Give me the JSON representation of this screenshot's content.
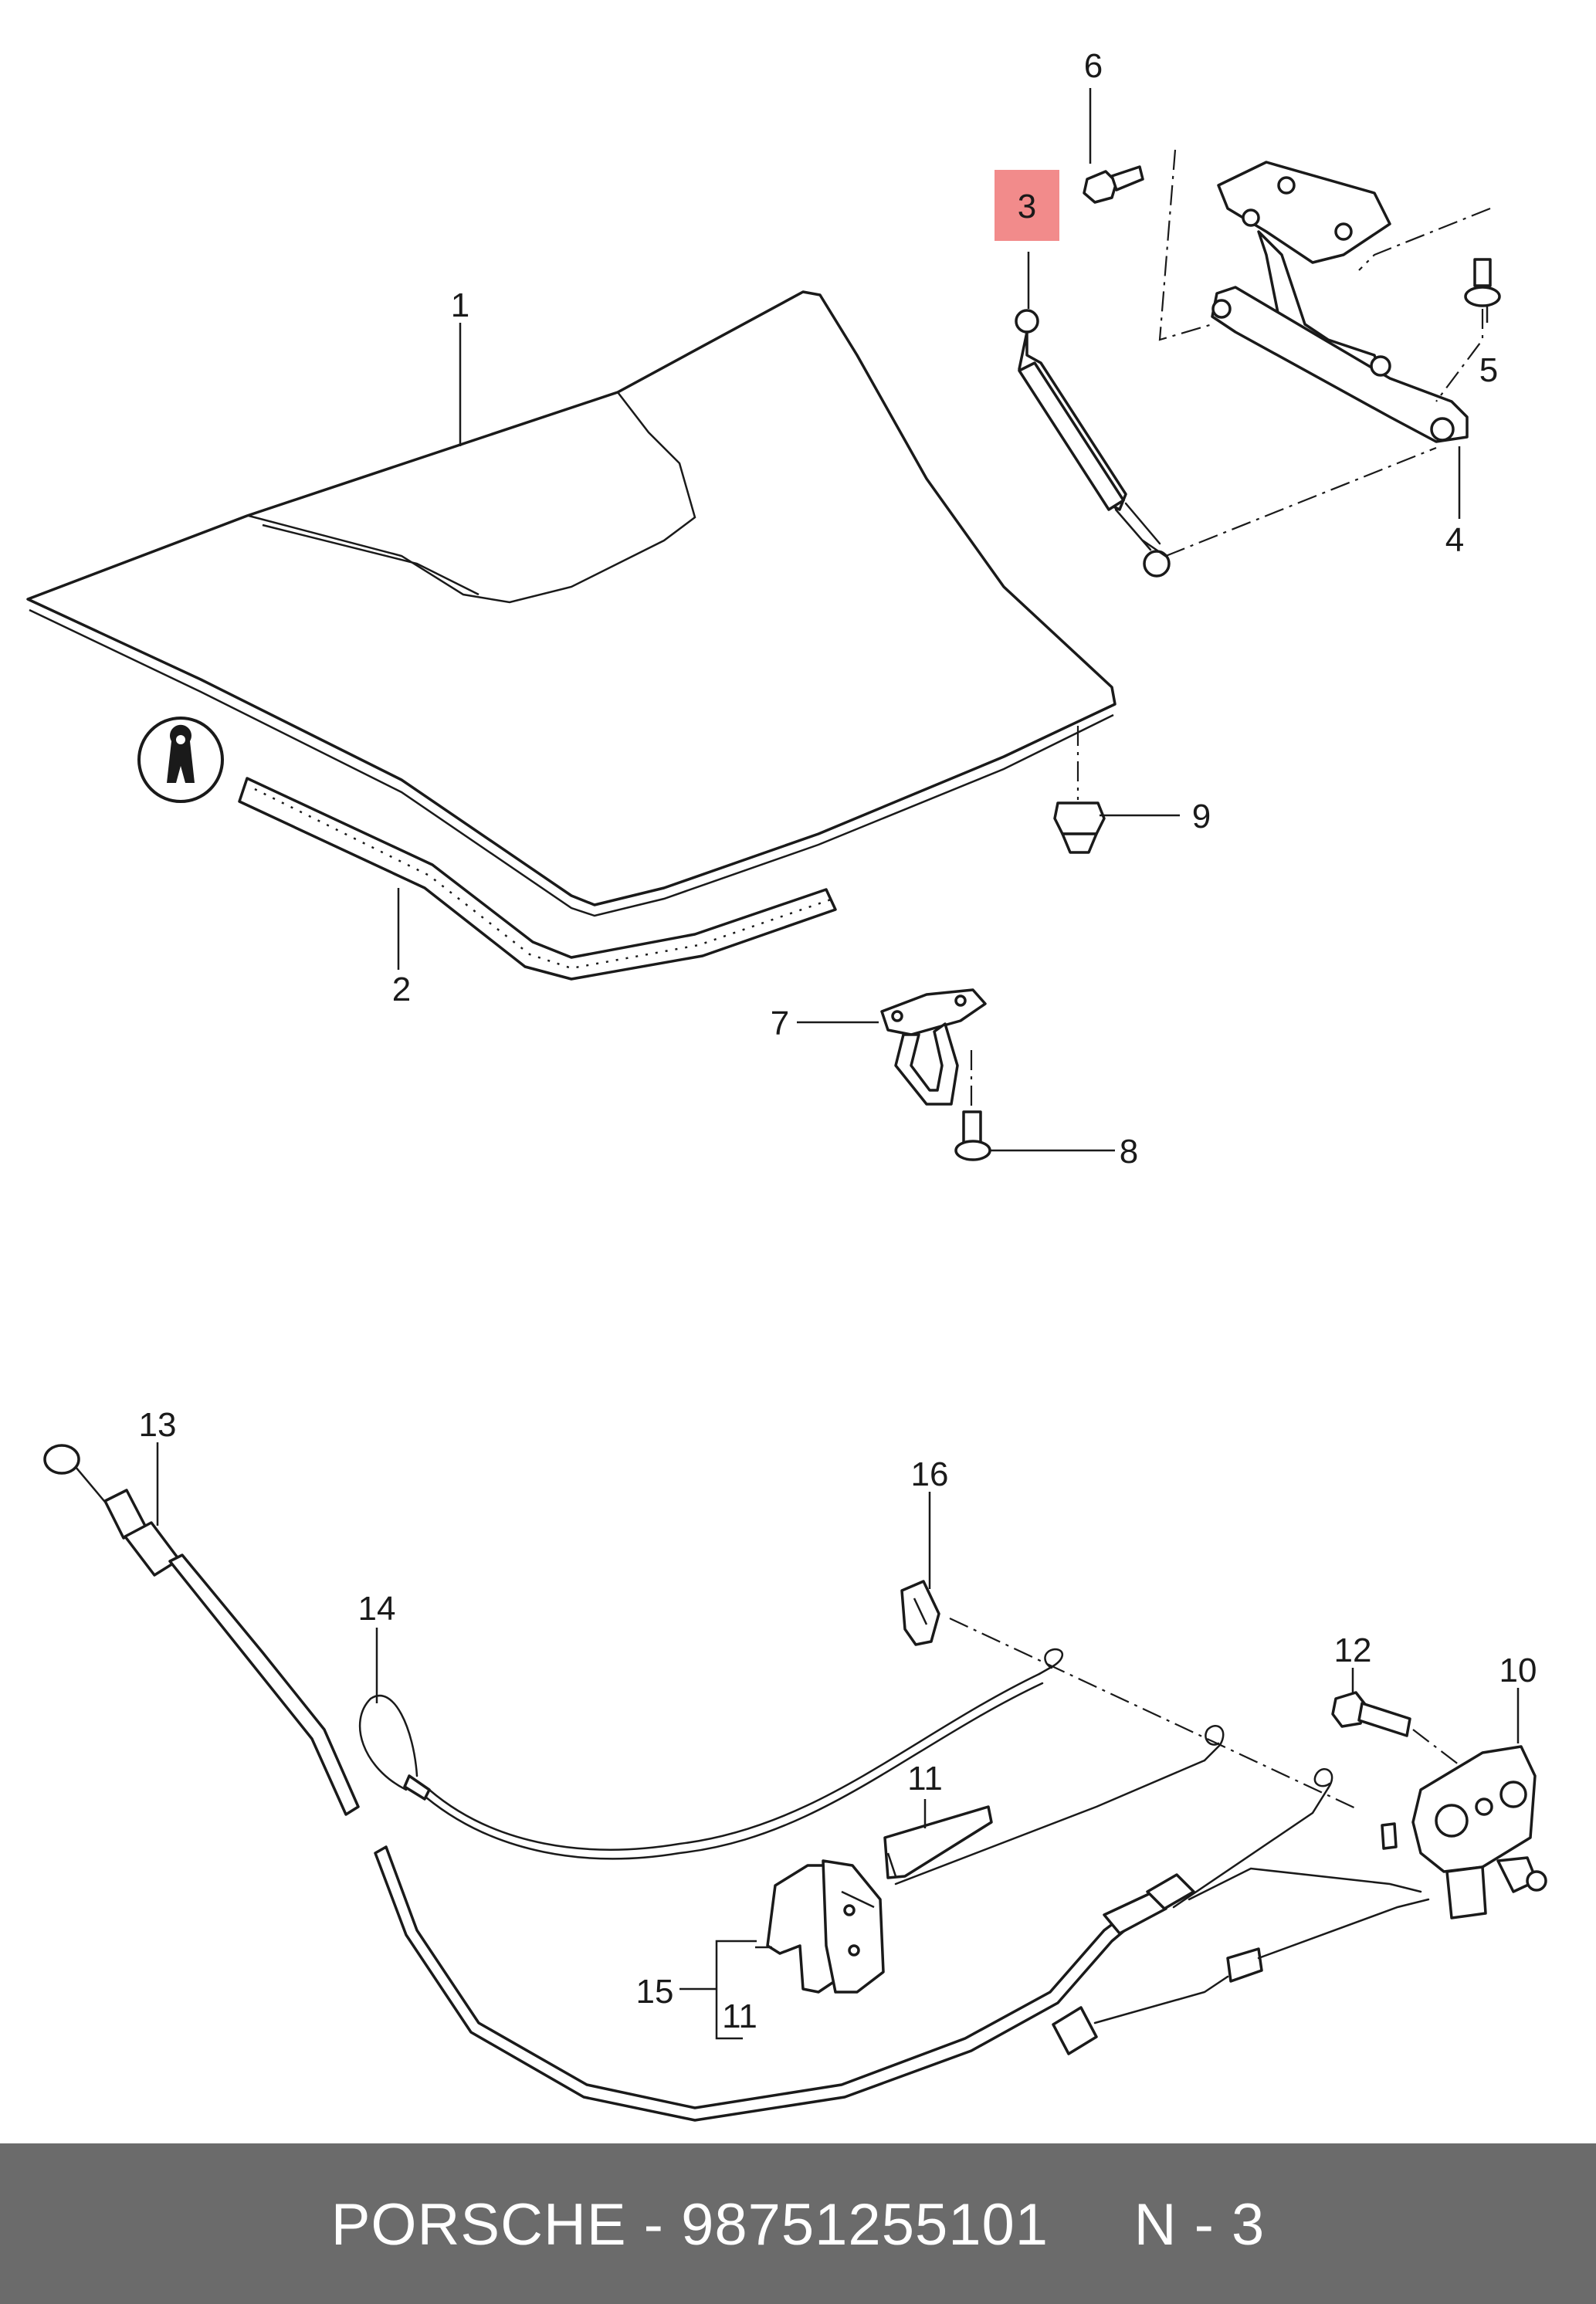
{
  "callouts": {
    "c1": "1",
    "c2": "2",
    "c3": "3",
    "c4": "4",
    "c5": "5",
    "c6": "6",
    "c7": "7",
    "c8": "8",
    "c9": "9",
    "c10": "10",
    "c11a": "11",
    "c11b": "11",
    "c12": "12",
    "c13": "13",
    "c14": "14",
    "c15": "15",
    "c16": "16"
  },
  "highlight_color": "#f28b8b",
  "footer": {
    "text": "PORSCHE - 98751255101     N - 3",
    "background": "#6b6b6b"
  }
}
